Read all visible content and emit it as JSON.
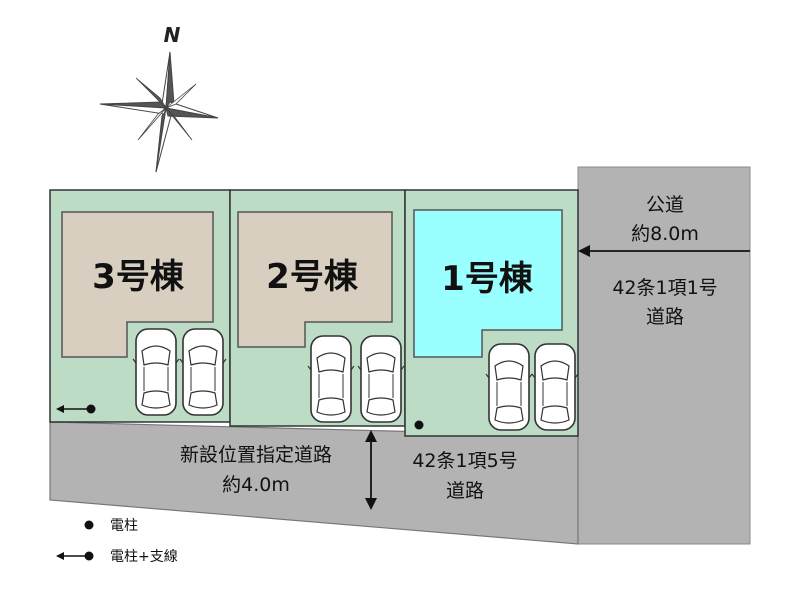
{
  "compass": {
    "north_label": "N",
    "icon": "compass-rose-icon"
  },
  "lots": [
    {
      "label": "3号棟",
      "parking_spaces": 2
    },
    {
      "label": "2号棟",
      "parking_spaces": 2
    },
    {
      "label": "1号棟",
      "parking_spaces": 2,
      "highlighted": true
    }
  ],
  "public_road": {
    "line1": "公道",
    "line2": "約8.0m",
    "line3": "42条1項1号",
    "line4": "道路"
  },
  "private_road": {
    "line1": "新設位置指定道路",
    "line2": "約4.0m",
    "line3": "42条1項5号",
    "line4": "道路"
  },
  "legend": {
    "pole": "電柱",
    "pole_with_guy": "電柱+支線"
  },
  "colors": {
    "lot_green": "#bcdcc6",
    "building_beige": "#d9cfc1",
    "highlight_cyan": "#99ffff",
    "road_gray": "#b3b3b3"
  }
}
